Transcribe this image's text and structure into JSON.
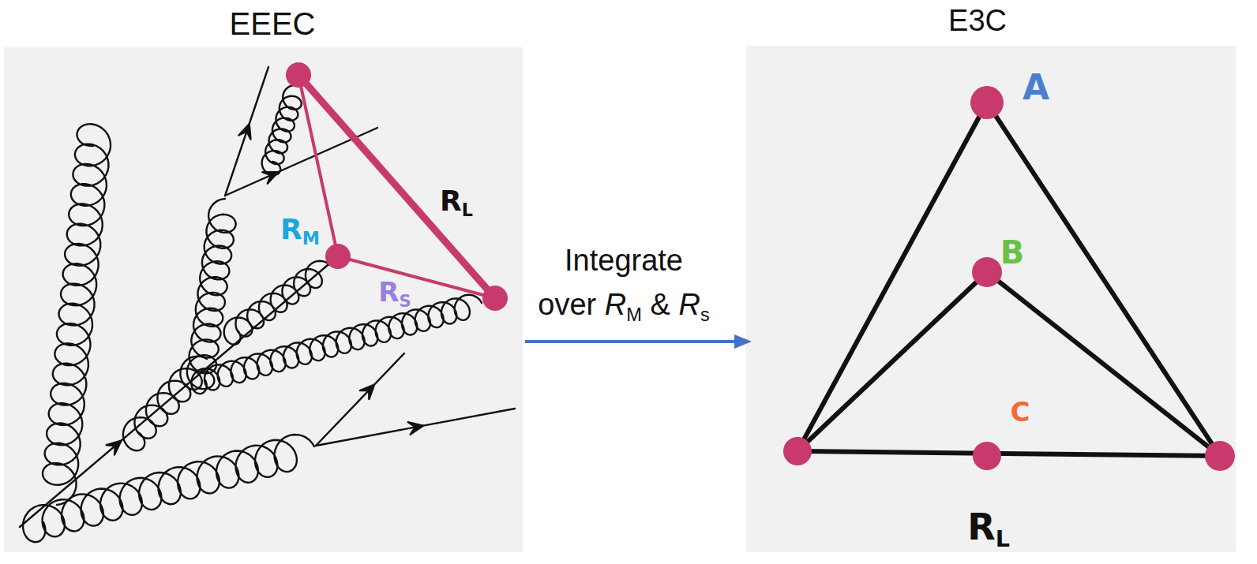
{
  "diagram": {
    "labels": [
      "EEEC",
      "E3C",
      "Integrate",
      "over",
      "R",
      "M",
      "&",
      "R",
      "s",
      "R",
      "M",
      "R",
      "L",
      "R",
      "S",
      "A",
      "B",
      "C",
      "R",
      "L"
    ]
  }
}
